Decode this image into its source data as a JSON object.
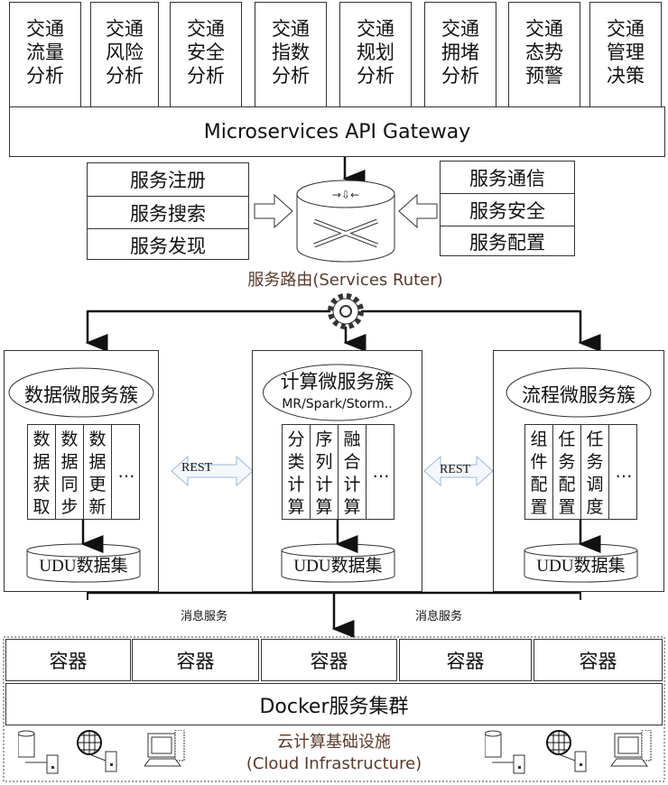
{
  "apps": [
    "交通流量分析",
    "交通风险分析",
    "交通安全分析",
    "交通指数分析",
    "交通规划分析",
    "交通拥堵分析",
    "交通态势预警",
    "交通管理决策"
  ],
  "gateway": "Microservices API Gateway",
  "left_services": [
    "服务注册",
    "服务搜索",
    "服务发现"
  ],
  "right_services": [
    "服务通信",
    "服务安全",
    "服务配置"
  ],
  "router_label": "服务路由(Services Ruter)",
  "clusters": [
    {
      "title": "数据微服务簇",
      "subtitle": "",
      "items": [
        "数据获取",
        "数据同步",
        "数据更新",
        "…"
      ],
      "dataset": "UDU数据集"
    },
    {
      "title": "计算微服务簇",
      "subtitle": "MR/Spark/Storm..",
      "items": [
        "分类计算",
        "序列计算",
        "融合计算",
        "…"
      ],
      "dataset": "UDU数据集"
    },
    {
      "title": "流程微服务簇",
      "subtitle": "",
      "items": [
        "组件配置",
        "任务配置",
        "任务调度",
        "…"
      ],
      "dataset": "UDU数据集"
    }
  ],
  "rest": [
    "REST",
    "REST"
  ],
  "message": [
    "消息服务",
    "消息服务"
  ],
  "containers": [
    "容器",
    "容器",
    "容器",
    "容器",
    "容器"
  ],
  "docker": "Docker服务集群",
  "infra": {
    "line1": "云计算基础设施",
    "line2": "(Cloud Infrastructure)",
    "icons": [
      "database-server-icon",
      "globe-server-icon",
      "computer-icon",
      "database-server-icon",
      "globe-server-icon",
      "computer-icon"
    ]
  },
  "colors": {
    "line": "#111111",
    "rest_arrow": "#9ab8d8",
    "label_brown": "#5a3a2a"
  }
}
